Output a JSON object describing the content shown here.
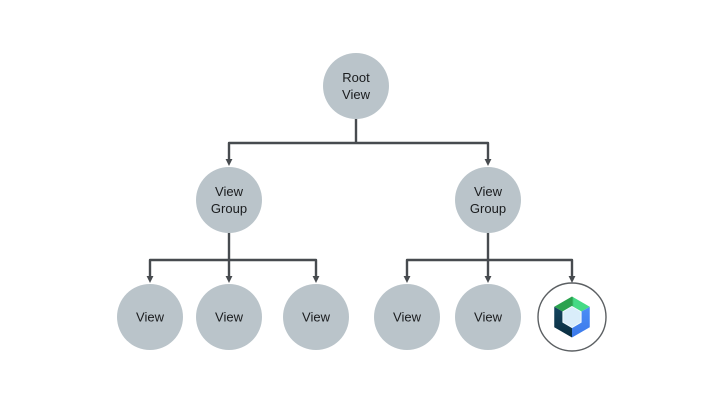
{
  "diagram": {
    "description": "View hierarchy tree: a root view with two view groups, each containing child views; one child is the Jetpack Compose logo",
    "colors": {
      "background": "#ffffff",
      "node_fill": "#bac4ca",
      "connector": "#474b4f",
      "label": "#1a1c1e",
      "compose_circle_stroke": "#5c6063",
      "compose_green_dark": "#2ba24f",
      "compose_green_light": "#45da85",
      "compose_blue_light": "#4c8ef6",
      "compose_blue_dark": "#3b79ea",
      "compose_navy_light": "#14455f",
      "compose_navy_dark": "#0a2e40",
      "compose_hex_fill": "#d9edfa"
    },
    "nodes": {
      "root": {
        "line1": "Root",
        "line2": "View"
      },
      "group_left": {
        "line1": "View",
        "line2": "Group"
      },
      "group_right": {
        "line1": "View",
        "line2": "Group"
      },
      "leaves": [
        "View",
        "View",
        "View",
        "View",
        "View"
      ],
      "compose_icon": "jetpack-compose-logo"
    }
  }
}
